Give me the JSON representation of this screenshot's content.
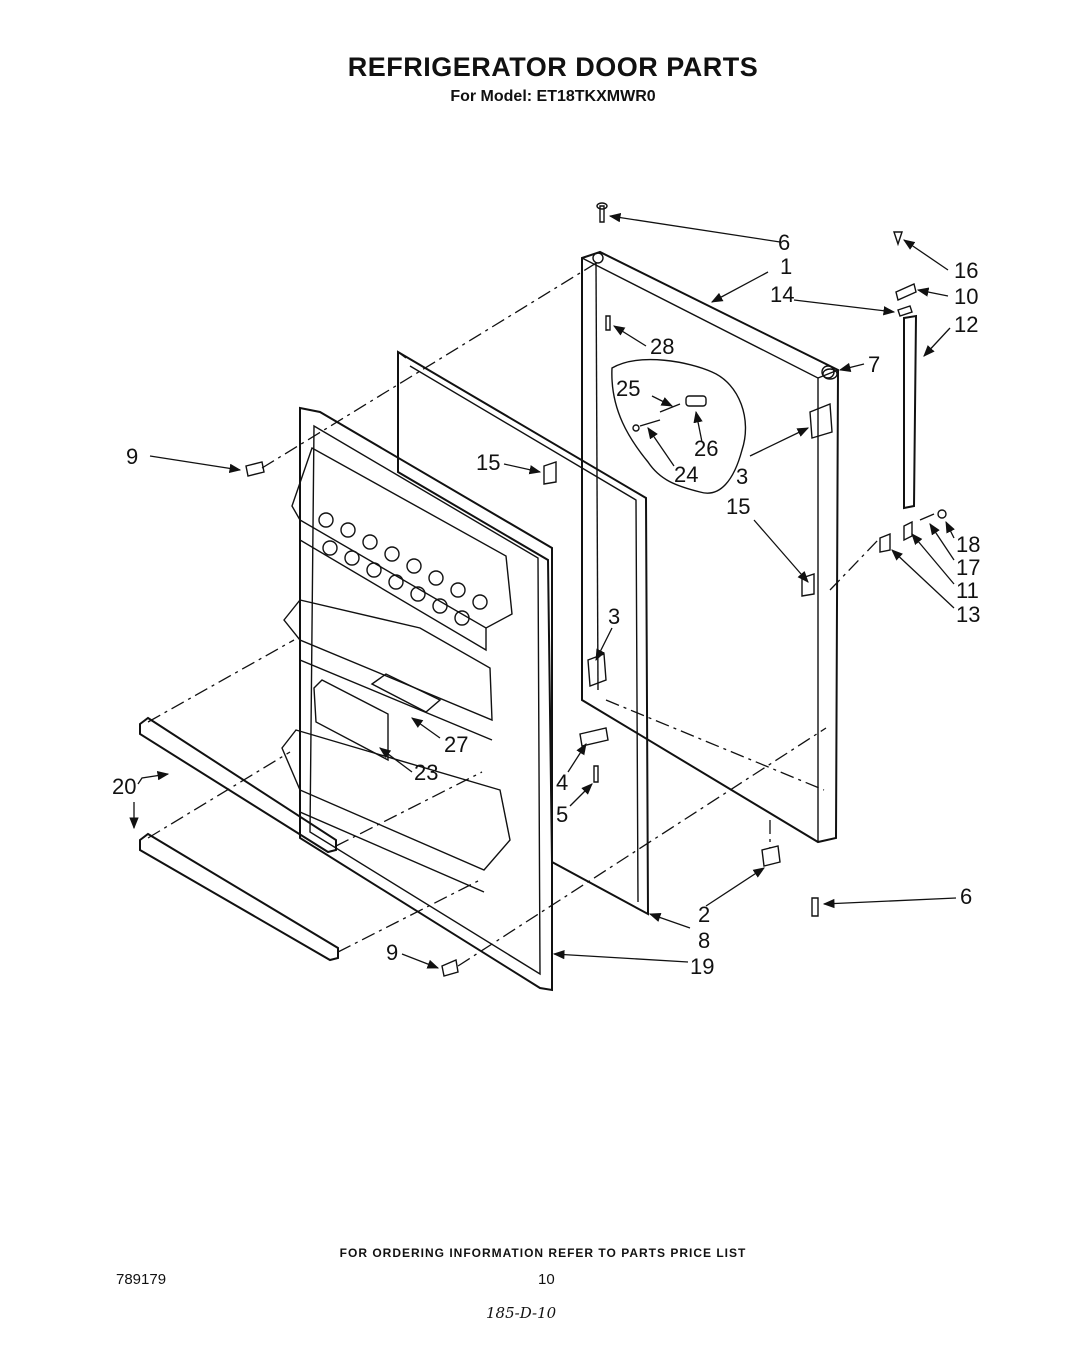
{
  "header": {
    "title": "REFRIGERATOR DOOR PARTS",
    "subtitle": "For Model: ET18TKXMWR0"
  },
  "footer": {
    "ordering_note": "FOR ORDERING INFORMATION REFER TO PARTS PRICE LIST",
    "doc_number": "789179",
    "page_number": "10",
    "handwritten_note": "185-D-10"
  },
  "callouts": {
    "c1": "1",
    "c2": "2",
    "c3a": "3",
    "c3b": "3",
    "c4": "4",
    "c5": "5",
    "c6a": "6",
    "c6b": "6",
    "c7": "7",
    "c8": "8",
    "c9a": "9",
    "c9b": "9",
    "c10": "10",
    "c11": "11",
    "c12": "12",
    "c13": "13",
    "c14": "14",
    "c15a": "15",
    "c15b": "15",
    "c16": "16",
    "c17": "17",
    "c18": "18",
    "c19": "19",
    "c20": "20",
    "c23": "23",
    "c24": "24",
    "c25": "25",
    "c26": "26",
    "c27": "27",
    "c28": "28"
  }
}
